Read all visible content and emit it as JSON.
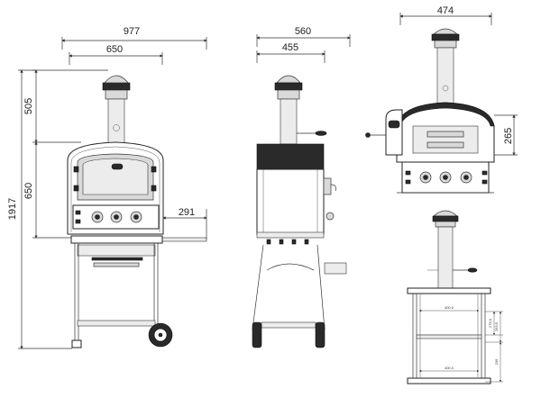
{
  "front_view": {
    "dim_overall_width": "977",
    "dim_oven_width": "650",
    "dim_upper_height": "505",
    "dim_oven_height": "650",
    "dim_total_height": "1917",
    "dim_shelf_width": "291"
  },
  "side_view": {
    "dim_overall_depth": "560",
    "dim_body_depth": "455"
  },
  "oven_detail_view": {
    "dim_width": "474",
    "dim_height": "265"
  },
  "cart_detail_view": {
    "dim_top_width": "400.0",
    "dim_bottom_width": "400.0",
    "dim_height_a": "279.0",
    "dim_height_b": "263.5",
    "dim_height_c": "239"
  },
  "colors": {
    "line": "#222222",
    "dark_fill": "#2a2a2a",
    "grey_fill": "#d9d9d9"
  }
}
